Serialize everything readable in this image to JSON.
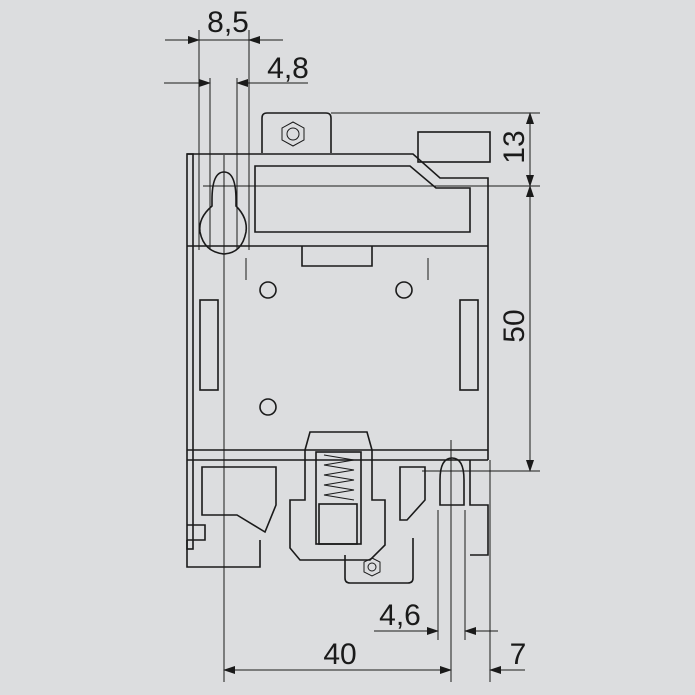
{
  "title": "Contact block dimension drawing",
  "dimensions": {
    "top_outer_width": "8,5",
    "top_inner_width": "4,8",
    "top_height": "13",
    "body_height": "50",
    "bottom_pin_width": "4,6",
    "pin_spacing": "40",
    "pin_offset": "7"
  },
  "colors": {
    "background": "#dcdddf",
    "line": "#1a1a1a"
  }
}
